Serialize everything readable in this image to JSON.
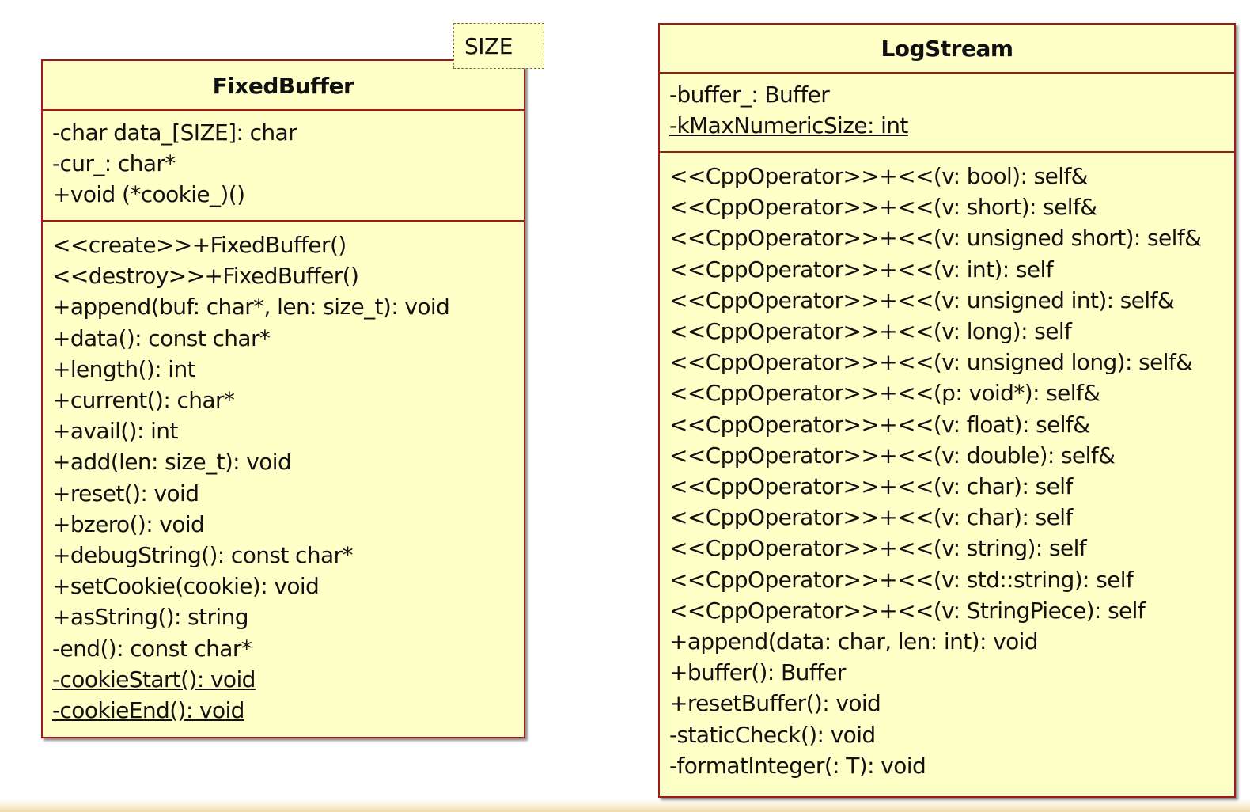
{
  "fixed_buffer": {
    "name": "FixedBuffer",
    "template_param": "SIZE",
    "attributes": [
      {
        "text": "-char data_[SIZE]: char",
        "static": false
      },
      {
        "text": "-cur_: char*",
        "static": false
      },
      {
        "text": "+void (*cookie_)()",
        "static": false
      }
    ],
    "operations": [
      {
        "text": "<<create>>+FixedBuffer()",
        "static": false
      },
      {
        "text": "<<destroy>>+FixedBuffer()",
        "static": false
      },
      {
        "text": "+append(buf: char*, len: size_t): void",
        "static": false
      },
      {
        "text": "+data(): const char*",
        "static": false
      },
      {
        "text": "+length(): int",
        "static": false
      },
      {
        "text": "+current(): char*",
        "static": false
      },
      {
        "text": "+avail(): int",
        "static": false
      },
      {
        "text": "+add(len: size_t): void",
        "static": false
      },
      {
        "text": "+reset(): void",
        "static": false
      },
      {
        "text": "+bzero(): void",
        "static": false
      },
      {
        "text": "+debugString(): const char*",
        "static": false
      },
      {
        "text": "+setCookie(cookie): void",
        "static": false
      },
      {
        "text": "+asString(): string",
        "static": false
      },
      {
        "text": "-end(): const char*",
        "static": false
      },
      {
        "text": "-cookieStart(): void",
        "static": true
      },
      {
        "text": "-cookieEnd(): void",
        "static": true
      }
    ]
  },
  "log_stream": {
    "name": "LogStream",
    "attributes": [
      {
        "text": "-buffer_: Buffer",
        "static": false
      },
      {
        "text": "-kMaxNumericSize: int",
        "static": true
      }
    ],
    "operations": [
      {
        "text": "<<CppOperator>>+<<(v: bool): self&",
        "static": false
      },
      {
        "text": "<<CppOperator>>+<<(v: short): self&",
        "static": false
      },
      {
        "text": "<<CppOperator>>+<<(v: unsigned short): self&",
        "static": false
      },
      {
        "text": "<<CppOperator>>+<<(v: int): self",
        "static": false
      },
      {
        "text": "<<CppOperator>>+<<(v: unsigned int): self&",
        "static": false
      },
      {
        "text": "<<CppOperator>>+<<(v: long): self",
        "static": false
      },
      {
        "text": "<<CppOperator>>+<<(v: unsigned long): self&",
        "static": false
      },
      {
        "text": "<<CppOperator>>+<<(p: void*): self&",
        "static": false
      },
      {
        "text": "<<CppOperator>>+<<(v: float): self&",
        "static": false
      },
      {
        "text": "<<CppOperator>>+<<(v: double): self&",
        "static": false
      },
      {
        "text": "<<CppOperator>>+<<(v: char): self",
        "static": false
      },
      {
        "text": "<<CppOperator>>+<<(v: char): self",
        "static": false
      },
      {
        "text": "<<CppOperator>>+<<(v: string): self",
        "static": false
      },
      {
        "text": "<<CppOperator>>+<<(v: std::string): self",
        "static": false
      },
      {
        "text": "<<CppOperator>>+<<(v: StringPiece): self",
        "static": false
      },
      {
        "text": "+append(data: char, len: int): void",
        "static": false
      },
      {
        "text": "+buffer(): Buffer",
        "static": false
      },
      {
        "text": "+resetBuffer(): void",
        "static": false
      },
      {
        "text": "-staticCheck(): void",
        "static": false
      },
      {
        "text": "-formatInteger(: T): void",
        "static": false
      }
    ]
  },
  "colors": {
    "class_fill": "#ffffc8",
    "class_border": "#9b1b1b"
  }
}
